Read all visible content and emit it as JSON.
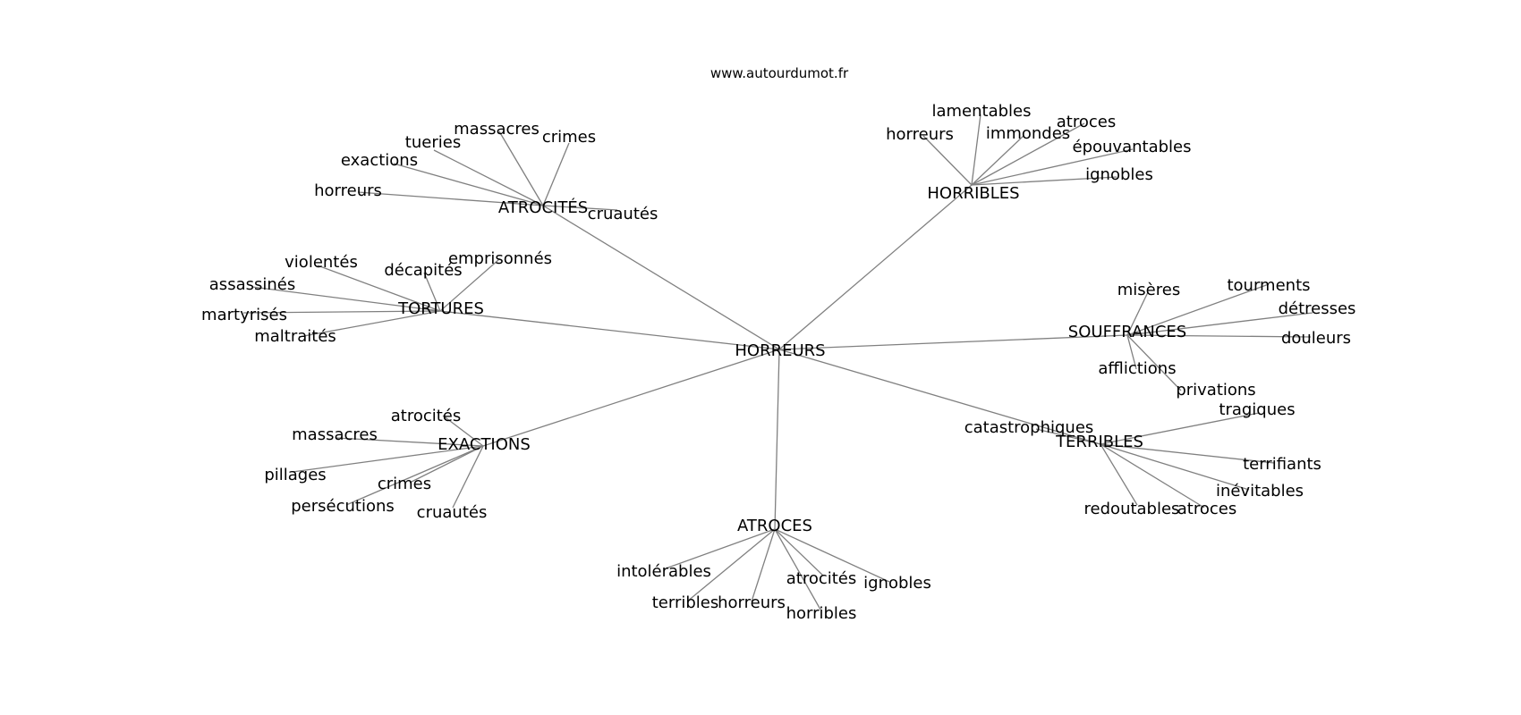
{
  "site": "www.autourdumot.fr",
  "root": "HORREURS",
  "branches": [
    {
      "hub": "ATROCITÉS",
      "leaves": [
        "massacres",
        "crimes",
        "tueries",
        "exactions",
        "horreurs",
        "cruautés"
      ]
    },
    {
      "hub": "HORRIBLES",
      "leaves": [
        "lamentables",
        "horreurs",
        "immondes",
        "atroces",
        "épouvantables",
        "ignobles"
      ]
    },
    {
      "hub": "TORTURES",
      "leaves": [
        "violentés",
        "emprisonnés",
        "décapités",
        "assassinés",
        "martyrisés",
        "maltraités"
      ]
    },
    {
      "hub": "SOUFFRANCES",
      "leaves": [
        "misères",
        "tourments",
        "détresses",
        "douleurs",
        "afflictions",
        "privations"
      ]
    },
    {
      "hub": "EXACTIONS",
      "leaves": [
        "atrocités",
        "massacres",
        "pillages",
        "crimes",
        "persécutions",
        "cruautés"
      ]
    },
    {
      "hub": "TERRIBLES",
      "leaves": [
        "tragiques",
        "catastrophiques",
        "terrifiants",
        "inévitables",
        "redoutables",
        "atroces"
      ]
    },
    {
      "hub": "ATROCES",
      "leaves": [
        "intolérables",
        "terribles",
        "horreurs",
        "atrocités",
        "ignobles",
        "horribles"
      ]
    }
  ]
}
